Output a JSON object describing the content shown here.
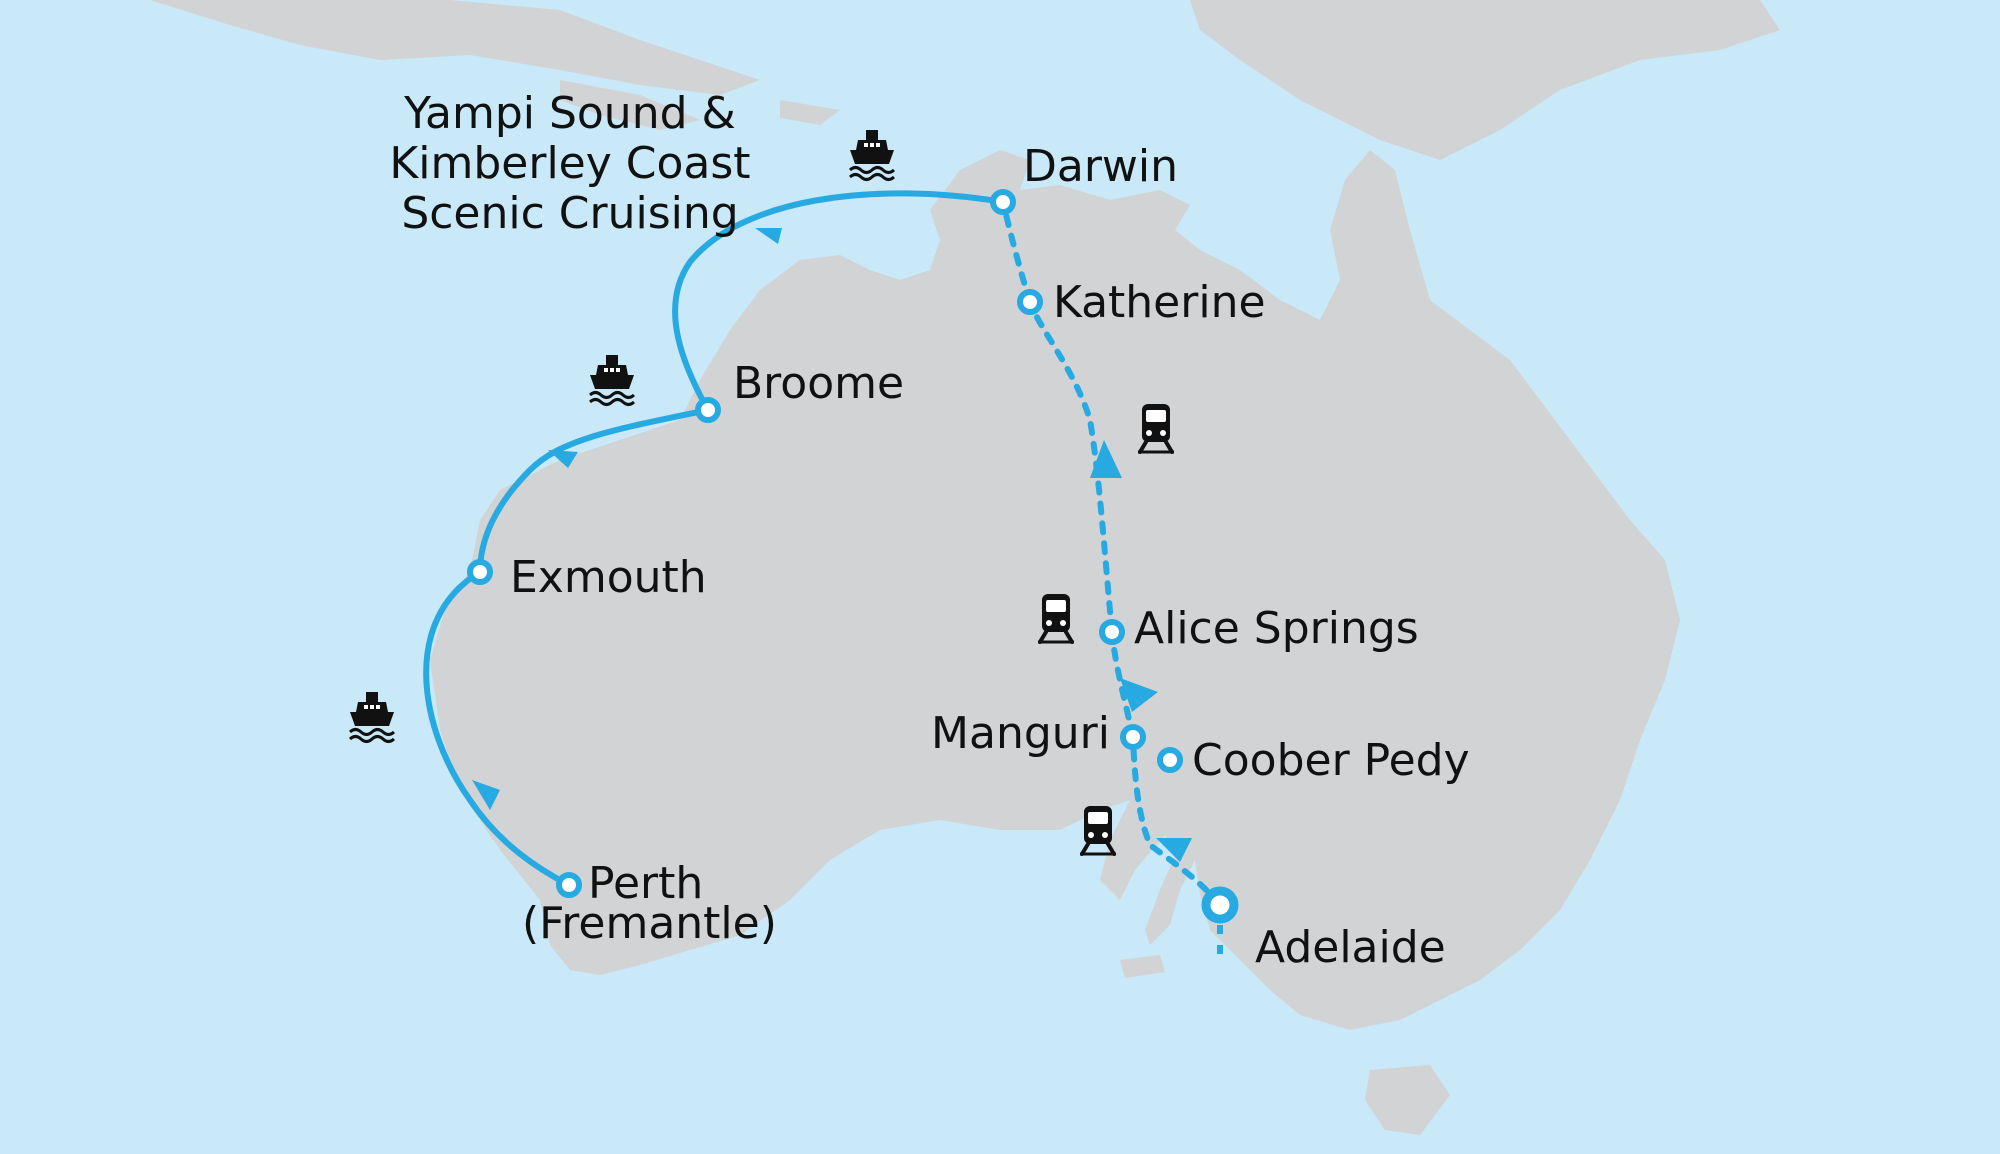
{
  "map": {
    "colors": {
      "sea": "#c9e8f8",
      "land": "#d2d3d5",
      "route": "#27a9e1",
      "text": "#111111"
    },
    "legend_text": [
      "Yampi Sound &",
      "Kimberley Coast",
      "Scenic Cruising"
    ],
    "places": {
      "darwin": "Darwin",
      "katherine": "Katherine",
      "broome": "Broome",
      "exmouth": "Exmouth",
      "alice_springs": "Alice Springs",
      "manguri": "Manguri",
      "coober_pedy": "Coober Pedy",
      "adelaide": "Adelaide",
      "perth_line1": "Perth",
      "perth_line2": "(Fremantle)"
    },
    "icons": {
      "cruise": "ship-icon",
      "rail": "train-icon"
    }
  }
}
